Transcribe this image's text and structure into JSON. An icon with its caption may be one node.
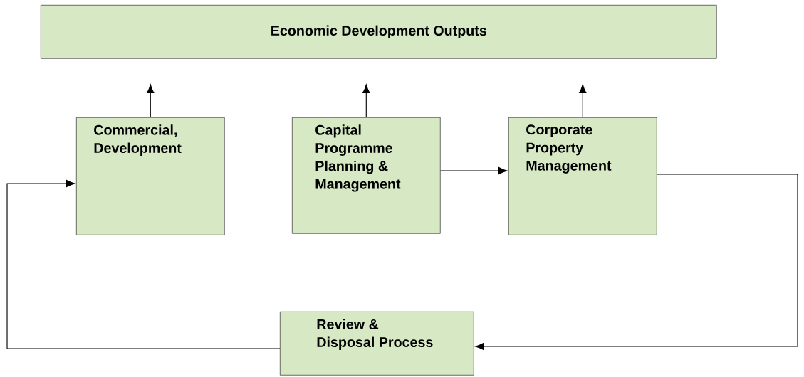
{
  "diagram": {
    "nodes": [
      {
        "text": [
          "Economic Development Outputs"
        ]
      },
      {
        "text": [
          "Commercial, Development"
        ]
      },
      {
        "text": [
          "Capital Programme Planning & Management"
        ]
      },
      {
        "text": [
          "Corporate Property Management"
        ]
      },
      {
        "text": [
          "Review & Disposal Process"
        ]
      }
    ],
    "edges": [
      {
        "from": 1,
        "to": 0,
        "arrow": "to"
      },
      {
        "from": 2,
        "to": 0,
        "arrow": "to"
      },
      {
        "from": 3,
        "to": 0,
        "arrow": "to"
      },
      {
        "from": 2,
        "to": 3,
        "arrow": "to"
      },
      {
        "from": 3,
        "to": 4,
        "arrow": "to"
      },
      {
        "from": 4,
        "to": 1,
        "arrow": "to"
      }
    ]
  }
}
